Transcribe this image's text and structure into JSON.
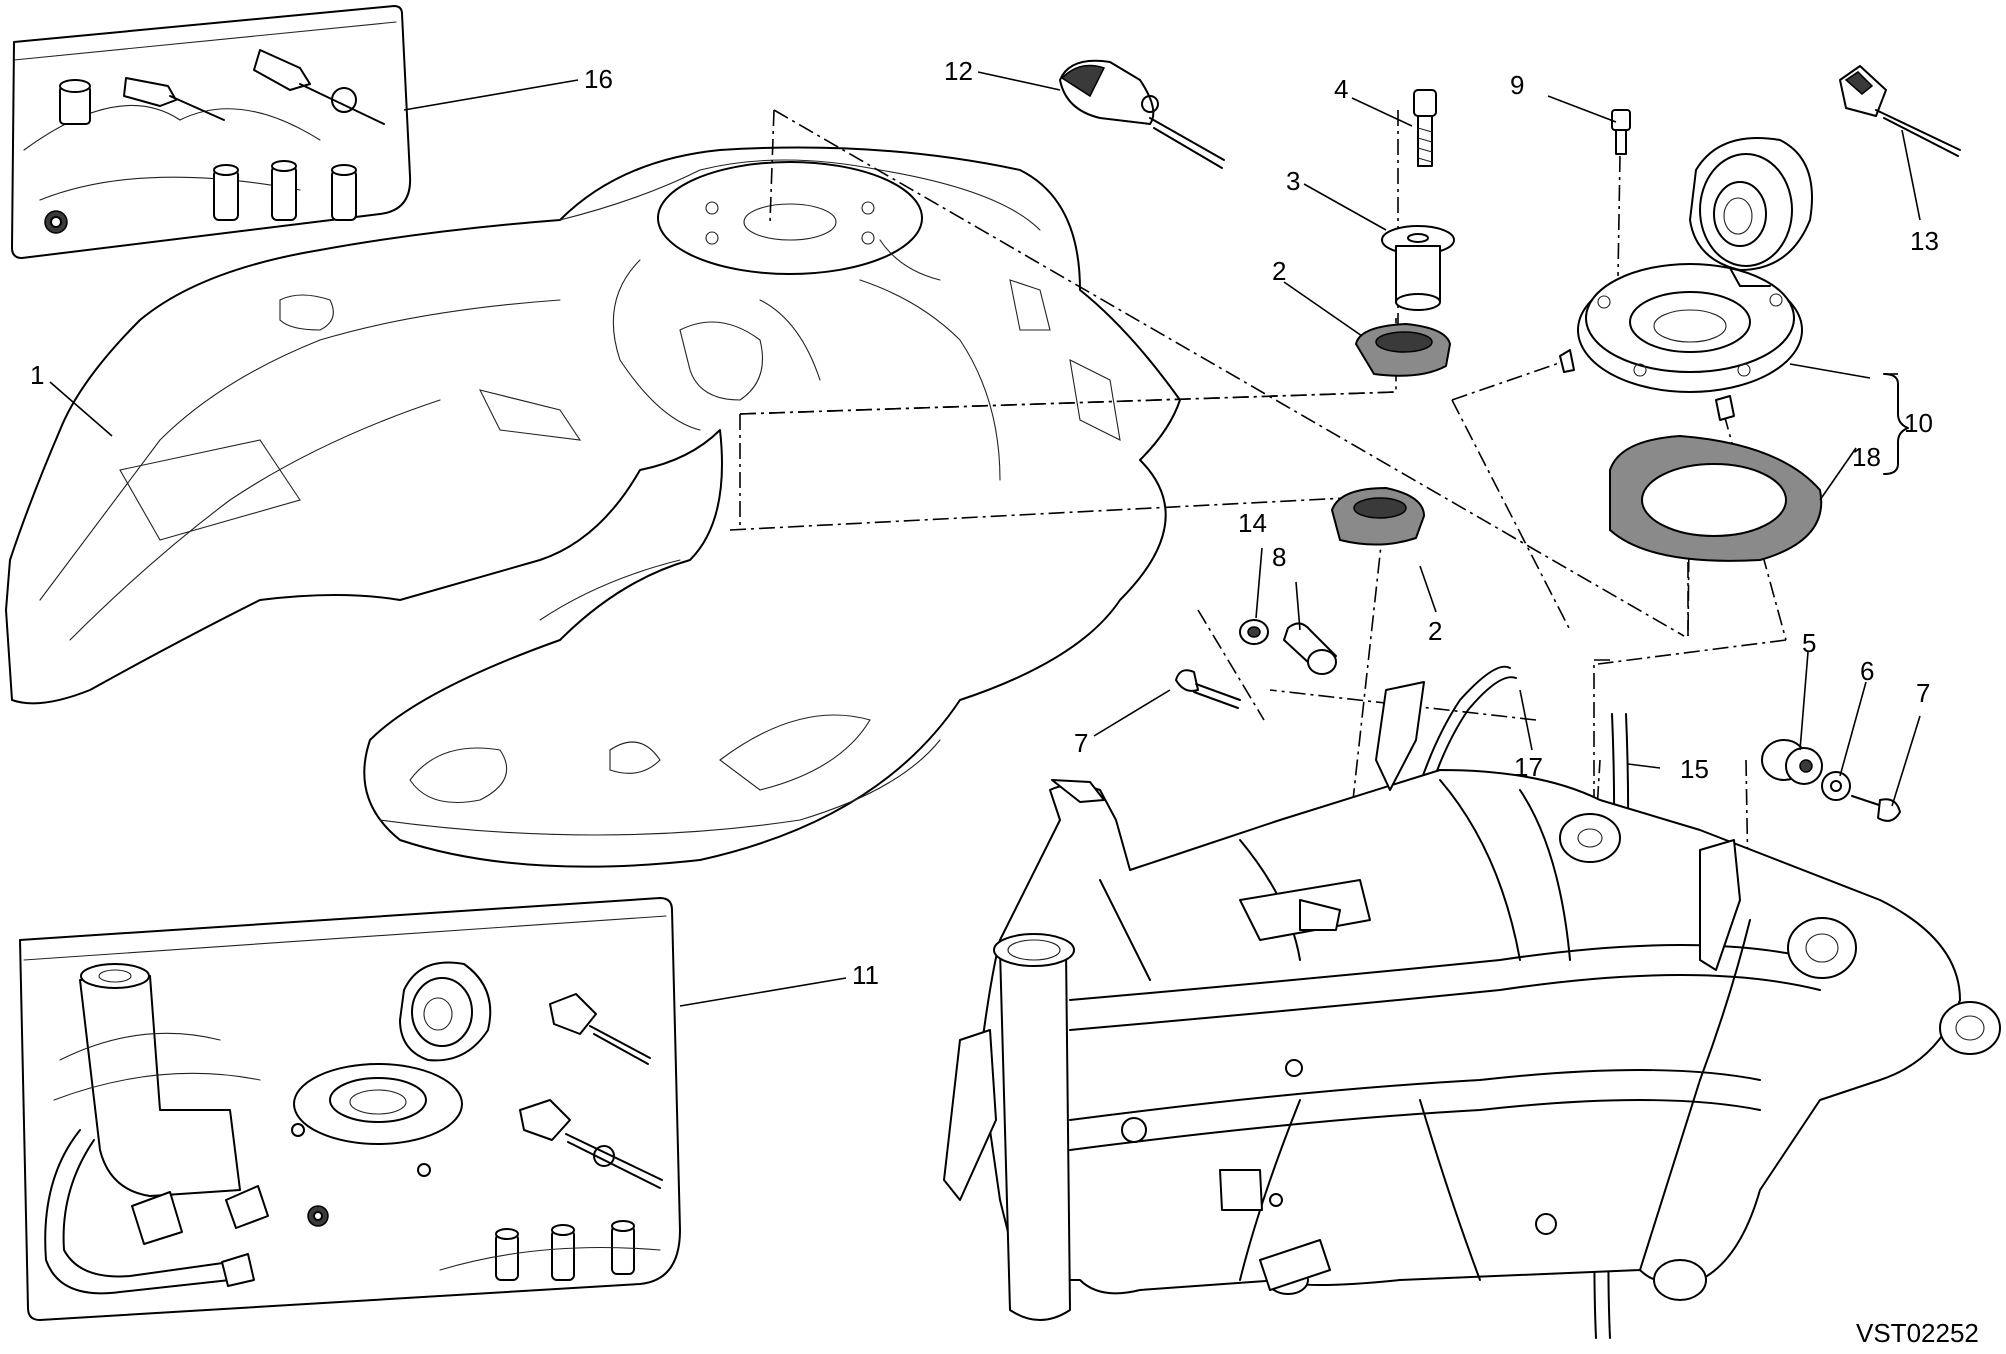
{
  "drawing": {
    "code": "VST02252"
  },
  "callouts": {
    "c1": "1",
    "c2a": "2",
    "c2b": "2",
    "c3": "3",
    "c4": "4",
    "c5": "5",
    "c6": "6",
    "c7a": "7",
    "c7b": "7",
    "c8": "8",
    "c9": "9",
    "c10": "10",
    "c11": "11",
    "c12": "12",
    "c13": "13",
    "c14": "14",
    "c15": "15",
    "c16": "16",
    "c17": "17",
    "c18": "18"
  },
  "colors": {
    "line": "#000000",
    "gasket": "#8a8a8a",
    "background": "#ffffff"
  }
}
